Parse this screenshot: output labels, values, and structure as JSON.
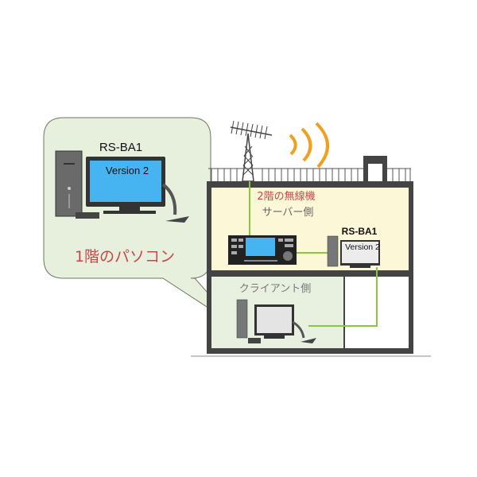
{
  "colors": {
    "bubble_fill": "#e6f0dc",
    "floor2": "#fcf7d6",
    "floor1": "#e8f0e0",
    "wall": "#444444",
    "cable": "#8cc63f",
    "wave": "#f0a020",
    "red_text": "#c8464a",
    "screen_blue": "#45b4f0"
  },
  "bubble": {
    "software": "RS-BA1",
    "version": "Version 2",
    "caption": "1階のパソコン"
  },
  "server": {
    "radio_label": "2階の無線機",
    "side_label": "サーバー側",
    "software": "RS-BA1",
    "version": "Version 2"
  },
  "client": {
    "side_label": "クライアント側"
  }
}
